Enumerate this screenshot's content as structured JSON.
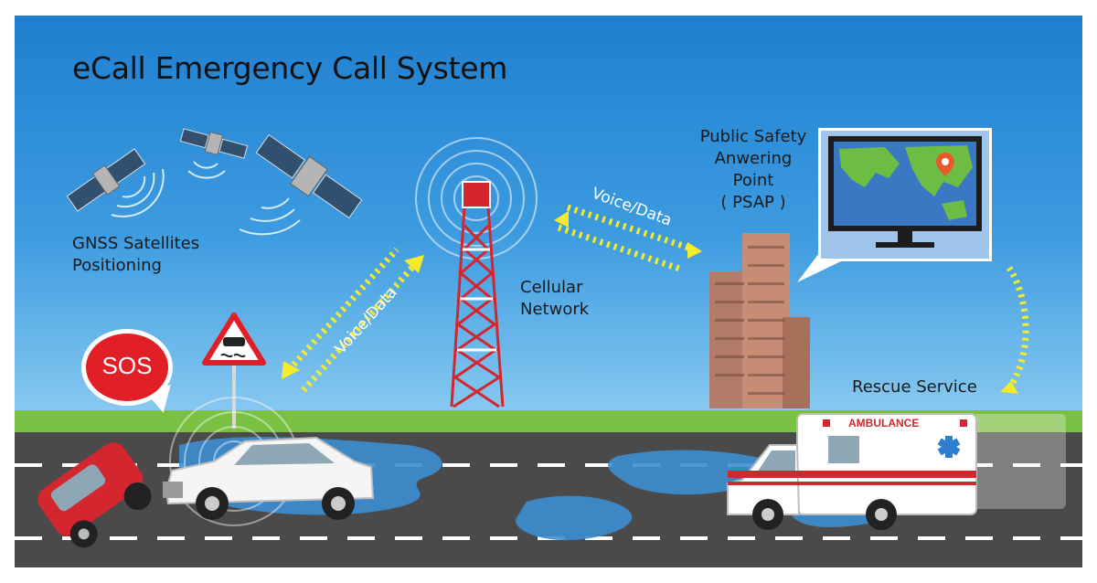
{
  "diagram": {
    "title": "eCall Emergency Call System",
    "labels": {
      "gnss": [
        "GNSS Satellites",
        "Positioning"
      ],
      "cellular": [
        "Cellular",
        "Network"
      ],
      "psap": [
        "Public Safety",
        "Anwering",
        "Point",
        "( PSAP )"
      ],
      "rescue": "Rescue Service",
      "sos": "SOS",
      "voice_data_left": "Voice/Data",
      "voice_data_right": "Voice/Data",
      "ambulance": "AMBULANCE"
    },
    "colors": {
      "sky_top": "#1f7fd0",
      "sky_bottom": "#7cc2ef",
      "grass": "#7ac143",
      "road": "#4a4a4a",
      "arrow_yellow": "#f6ea2a",
      "sos_red": "#e21f26",
      "tower_red": "#d3262e"
    }
  }
}
